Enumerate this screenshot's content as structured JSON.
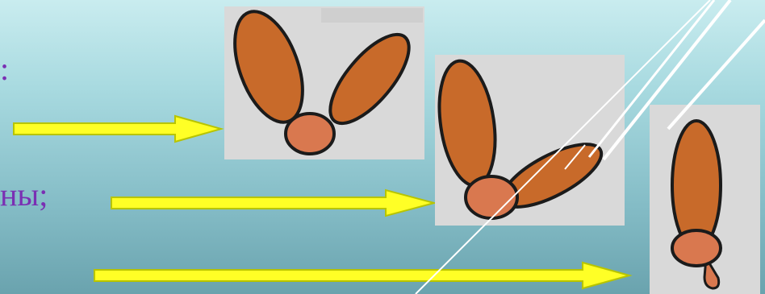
{
  "slide": {
    "text_line_1": ":",
    "text_line_2": "ны;"
  },
  "colors": {
    "arrow_fill": "#ffff26",
    "arrow_stroke": "#b8c400",
    "petal_fill": "#c86a2a",
    "center_fill": "#d9784f",
    "outline": "#1b1b1b",
    "text": "#7a2fb3",
    "panel_bg": "#d9d9d9"
  },
  "figures": [
    {
      "stage": 1,
      "shape": "two open petals"
    },
    {
      "stage": 2,
      "shape": "one petal up, one lowered"
    },
    {
      "stage": 3,
      "shape": "single folded petal"
    }
  ]
}
